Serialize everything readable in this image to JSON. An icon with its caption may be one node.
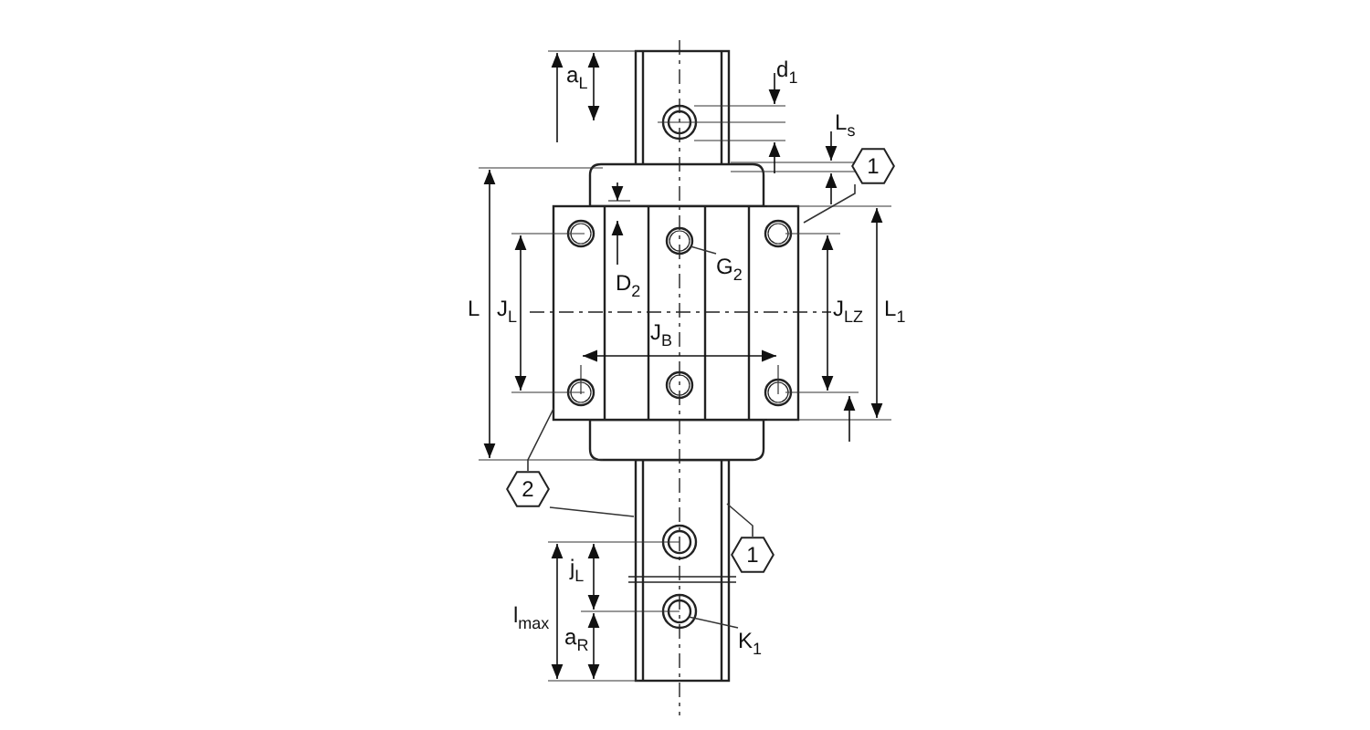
{
  "diagram": {
    "nodes": [
      {
        "text": [
          "1"
        ]
      },
      {
        "text": [
          "G$_{2}$"
        ]
      },
      {
        "text": [
          "2"
        ]
      },
      {
        "text": [
          "1"
        ]
      },
      {
        "text": [
          "K$_{1}$"
        ]
      }
    ],
    "edges": [
      {
        "from": 0,
        "to": null,
        "arrow": "none"
      },
      {
        "from": 1,
        "to": null,
        "arrow": "none"
      },
      {
        "from": 2,
        "to": null,
        "arrow": "none"
      },
      {
        "from": 2,
        "to": null,
        "arrow": "none"
      },
      {
        "from": 3,
        "to": null,
        "arrow": "none"
      },
      {
        "from": 4,
        "to": null,
        "arrow": "none"
      }
    ],
    "labels": [
      "a$_{L}$",
      "d$_{1}$",
      "L$_{s}$",
      "D$_{2}$",
      "L",
      "J$_{L}$",
      "J$_{B}$",
      "J$_{LZ}$",
      "L$_{1}$",
      "j$_{L}$",
      "l$_{max}$",
      "a$_{R}$"
    ]
  }
}
